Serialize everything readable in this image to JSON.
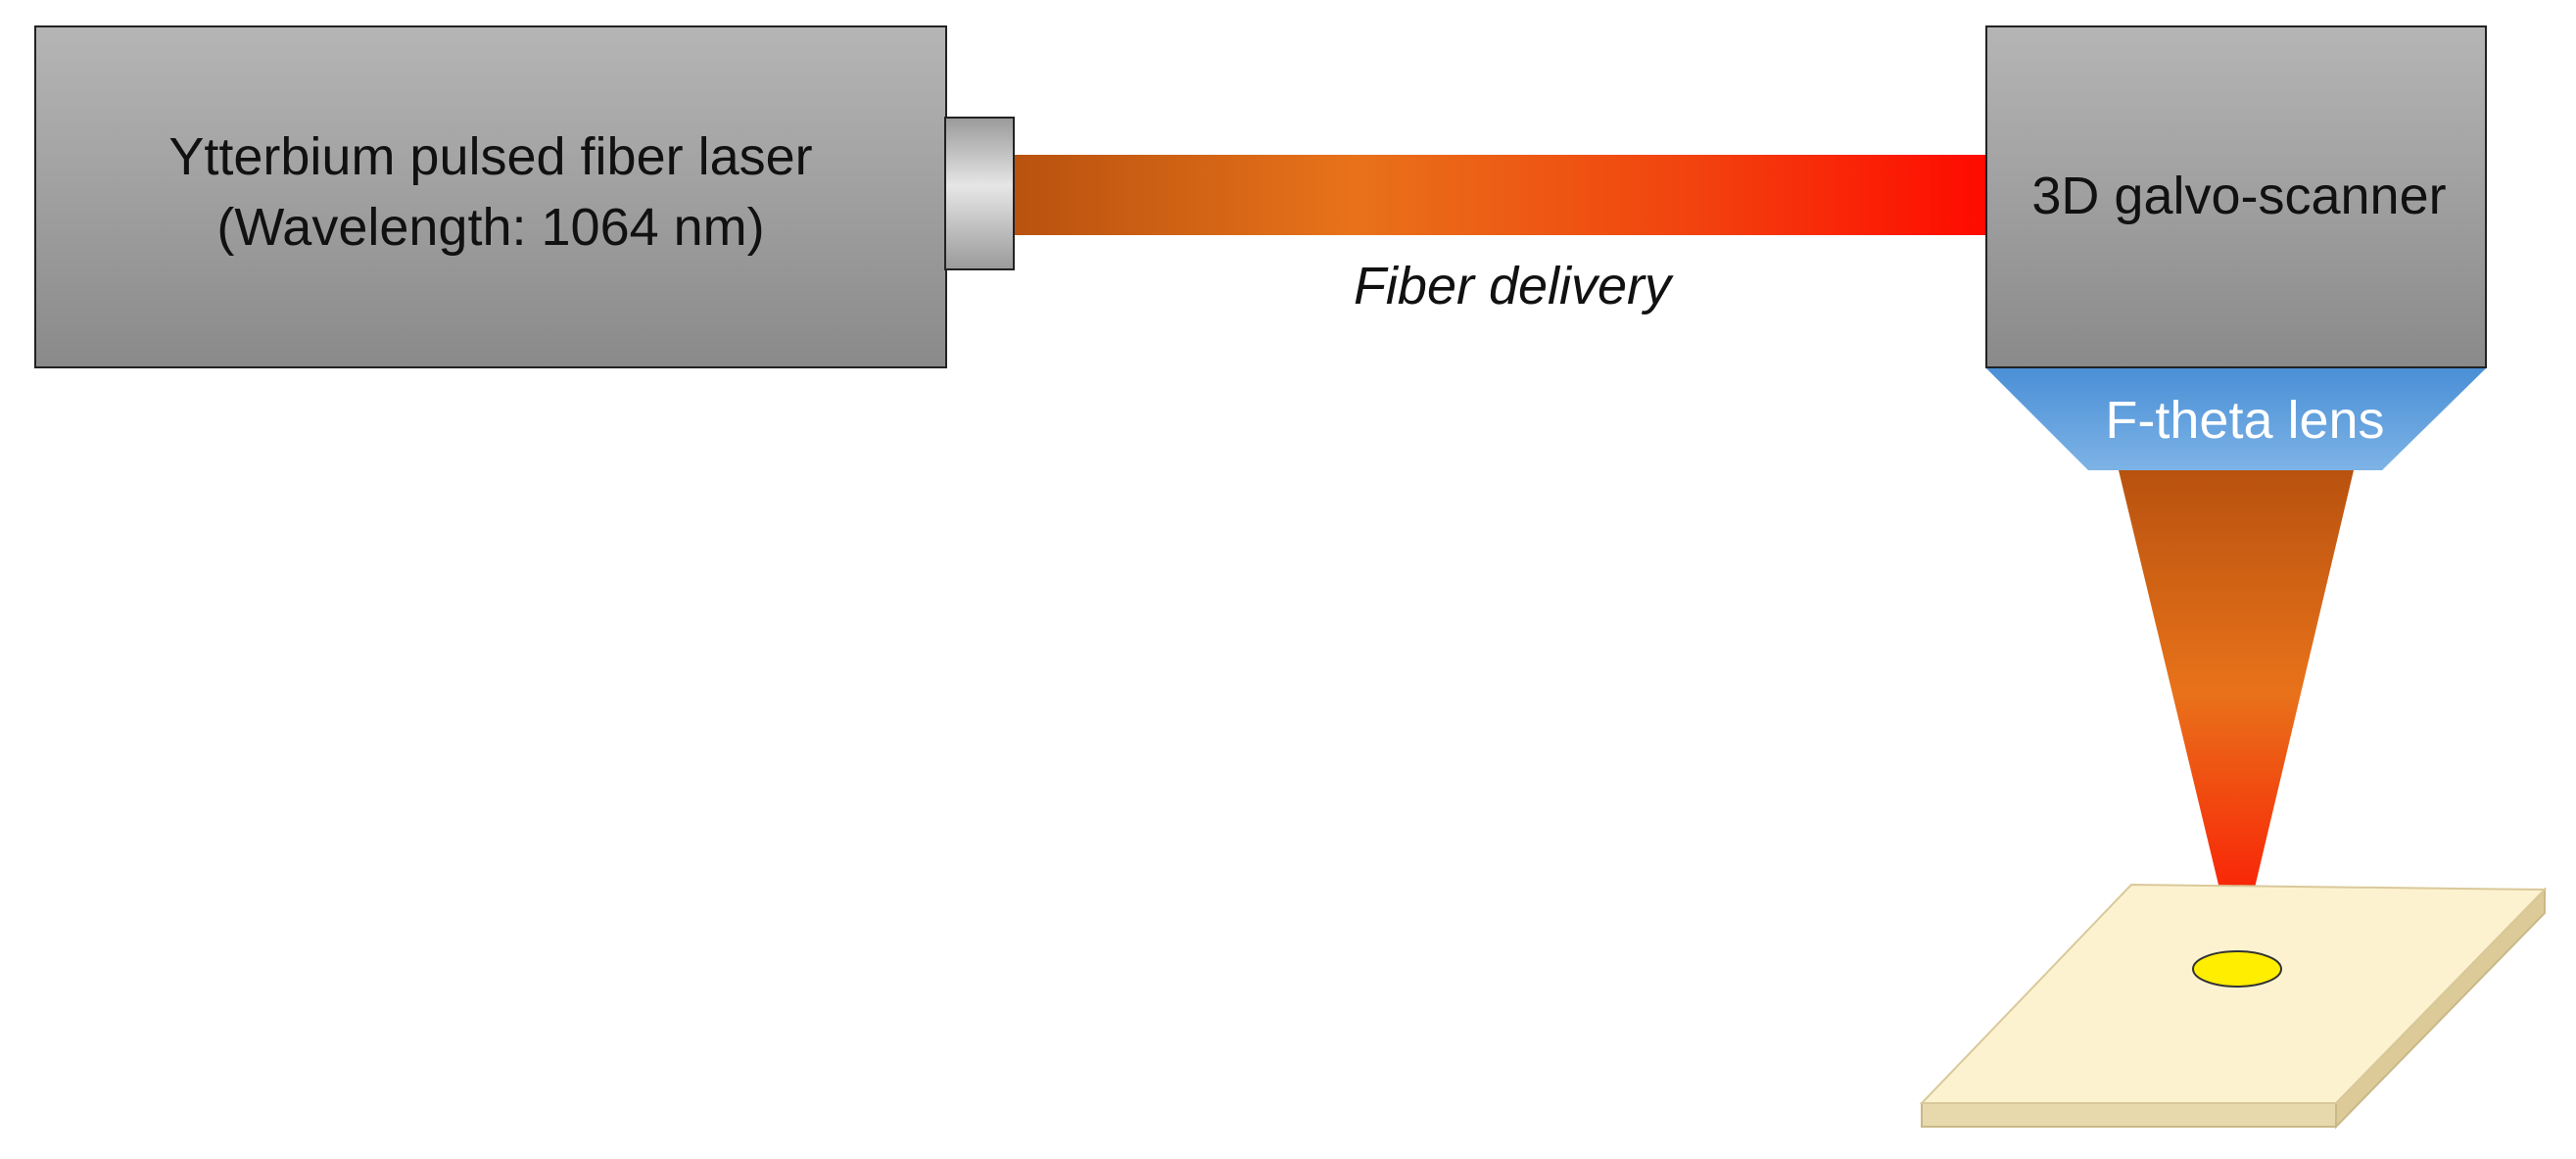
{
  "diagram": {
    "laser_box": {
      "line1": "Ytterbium pulsed fiber laser",
      "line2": "(Wavelength: 1064 nm)"
    },
    "fiber_label": "Fiber delivery",
    "scanner_label": "3D galvo-scanner",
    "lens_label": "F-theta lens"
  },
  "colors": {
    "box_gray_light": "#b3b3b3",
    "box_gray_dark": "#8c8c8c",
    "beam_dark_orange": "#b8520f",
    "beam_orange": "#e8721a",
    "beam_red": "#ff0a00",
    "lens_blue": "#5b9bd5",
    "workpiece": "#fdf2d0",
    "spot_yellow": "#ffee00"
  }
}
